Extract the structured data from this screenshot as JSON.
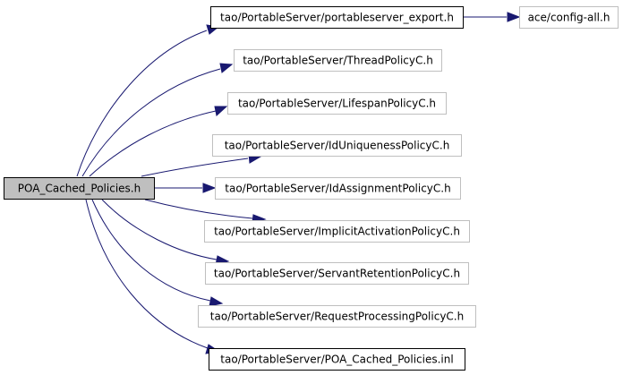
{
  "diagram": {
    "nodes": {
      "root": {
        "label": "POA_Cached_Policies.h"
      },
      "export": {
        "label": "tao/PortableServer/portableserver_export.h"
      },
      "config": {
        "label": "ace/config-all.h"
      },
      "thread": {
        "label": "tao/PortableServer/ThreadPolicyC.h"
      },
      "lifespan": {
        "label": "tao/PortableServer/LifespanPolicyC.h"
      },
      "iduniq": {
        "label": "tao/PortableServer/IdUniquenessPolicyC.h"
      },
      "idassign": {
        "label": "tao/PortableServer/IdAssignmentPolicyC.h"
      },
      "implicit": {
        "label": "tao/PortableServer/ImplicitActivationPolicyC.h"
      },
      "servant": {
        "label": "tao/PortableServer/ServantRetentionPolicyC.h"
      },
      "request": {
        "label": "tao/PortableServer/RequestProcessingPolicyC.h"
      },
      "inl": {
        "label": "tao/PortableServer/POA_Cached_Policies.inl"
      }
    },
    "edges": [
      {
        "from": "root",
        "to": "export"
      },
      {
        "from": "root",
        "to": "thread"
      },
      {
        "from": "root",
        "to": "lifespan"
      },
      {
        "from": "root",
        "to": "iduniq"
      },
      {
        "from": "root",
        "to": "idassign"
      },
      {
        "from": "root",
        "to": "implicit"
      },
      {
        "from": "root",
        "to": "servant"
      },
      {
        "from": "root",
        "to": "request"
      },
      {
        "from": "root",
        "to": "inl"
      },
      {
        "from": "export",
        "to": "config"
      }
    ],
    "colors": {
      "edge": "#191970",
      "root_fill": "#bfbfbf",
      "dark_border": "#000000",
      "light_border": "#bfbfbf",
      "background": "#ffffff"
    }
  }
}
